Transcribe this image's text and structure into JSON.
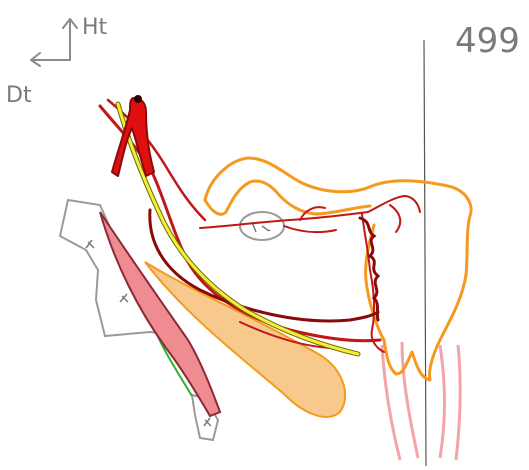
{
  "orientation": {
    "up_label": "Ht",
    "left_label": "Dt"
  },
  "page_number": "499",
  "colors": {
    "artery": "#e01010",
    "artery_outline": "#8a0a0a",
    "vein": "#c01818",
    "nerve": "#f2ef3a",
    "nerve_outline": "#6e6a00",
    "orange_outline": "#f59a1e",
    "orange_fill": "#f8c98c",
    "pink_fill": "#ee8c92",
    "pink_outline": "#8a2a35",
    "bone_outline": "#9a9a9a",
    "green_line": "#2db52d",
    "grey_text": "#7a7a7a",
    "pale_pink": "#f4a3a8"
  },
  "icons": {
    "up_arrow": "up-arrow-icon",
    "left_arrow": "left-arrow-icon"
  }
}
